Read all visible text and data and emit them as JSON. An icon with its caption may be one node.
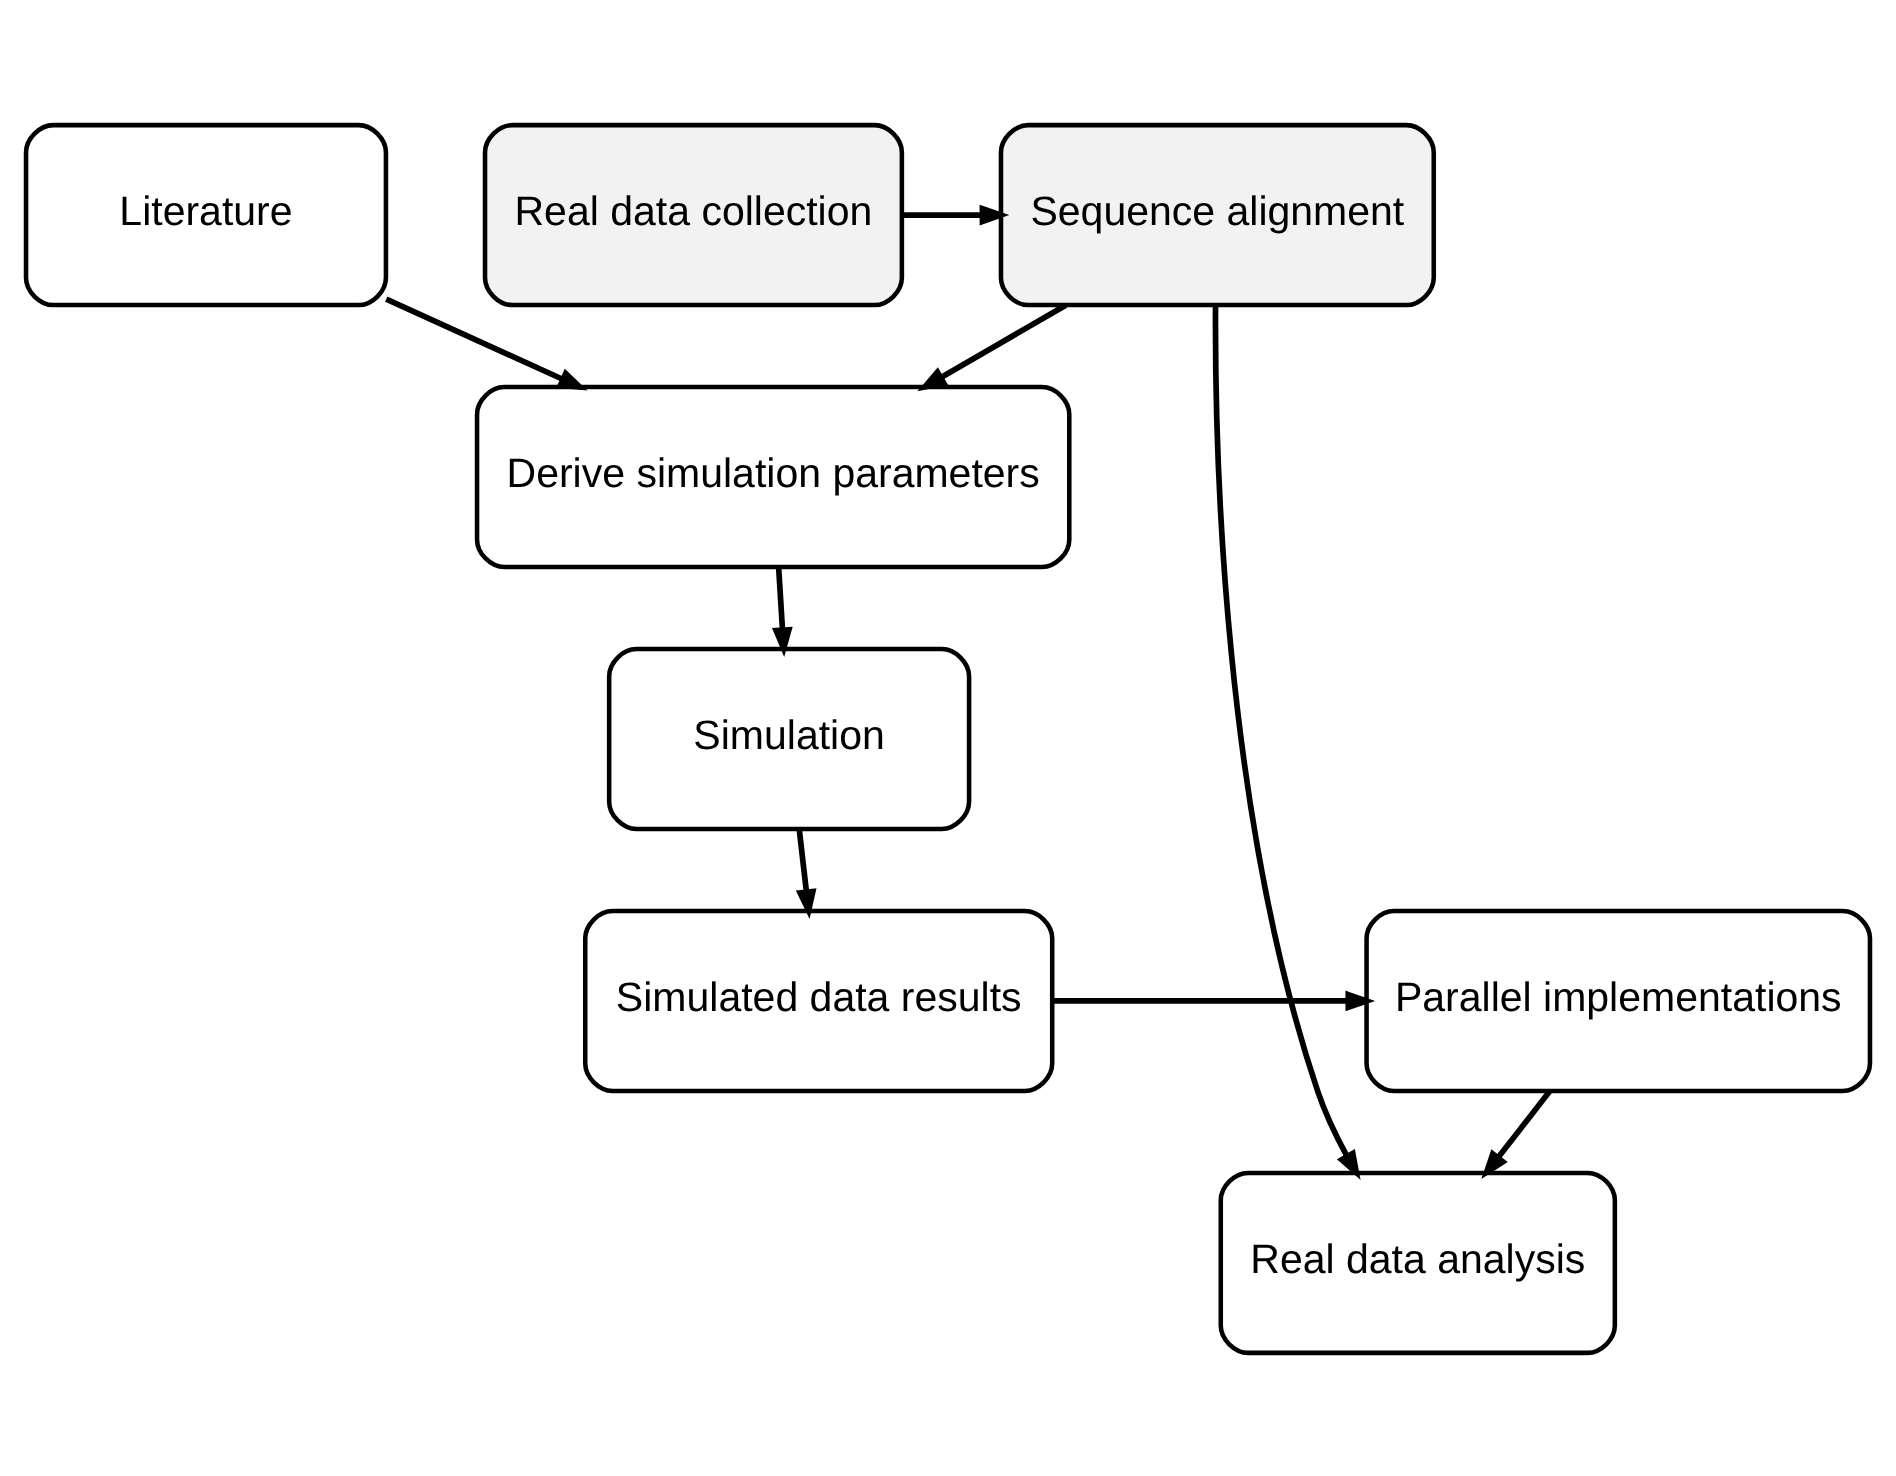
{
  "diagram": {
    "nodes": [
      {
        "text": [
          "Real data collection"
        ]
      },
      {
        "text": [
          "Sequence alignment"
        ]
      },
      {
        "text": [
          "Literature"
        ]
      },
      {
        "text": [
          "Derive simulation parameters"
        ]
      },
      {
        "text": [
          "Real data analysis"
        ]
      },
      {
        "text": [
          "Simulation"
        ]
      },
      {
        "text": [
          "Simulated data results"
        ]
      },
      {
        "text": [
          "Parallel implementations"
        ]
      }
    ],
    "edges": [
      {
        "from": 0,
        "to": 1,
        "arrow": "to"
      },
      {
        "from": 1,
        "to": 3,
        "arrow": "to"
      },
      {
        "from": 2,
        "to": 3,
        "arrow": "to"
      },
      {
        "from": 1,
        "to": 4,
        "arrow": "to"
      },
      {
        "from": 3,
        "to": 5,
        "arrow": "to"
      },
      {
        "from": 5,
        "to": 6,
        "arrow": "to"
      },
      {
        "from": 6,
        "to": 7,
        "arrow": "to"
      },
      {
        "from": 7,
        "to": 4,
        "arrow": "to"
      }
    ]
  }
}
